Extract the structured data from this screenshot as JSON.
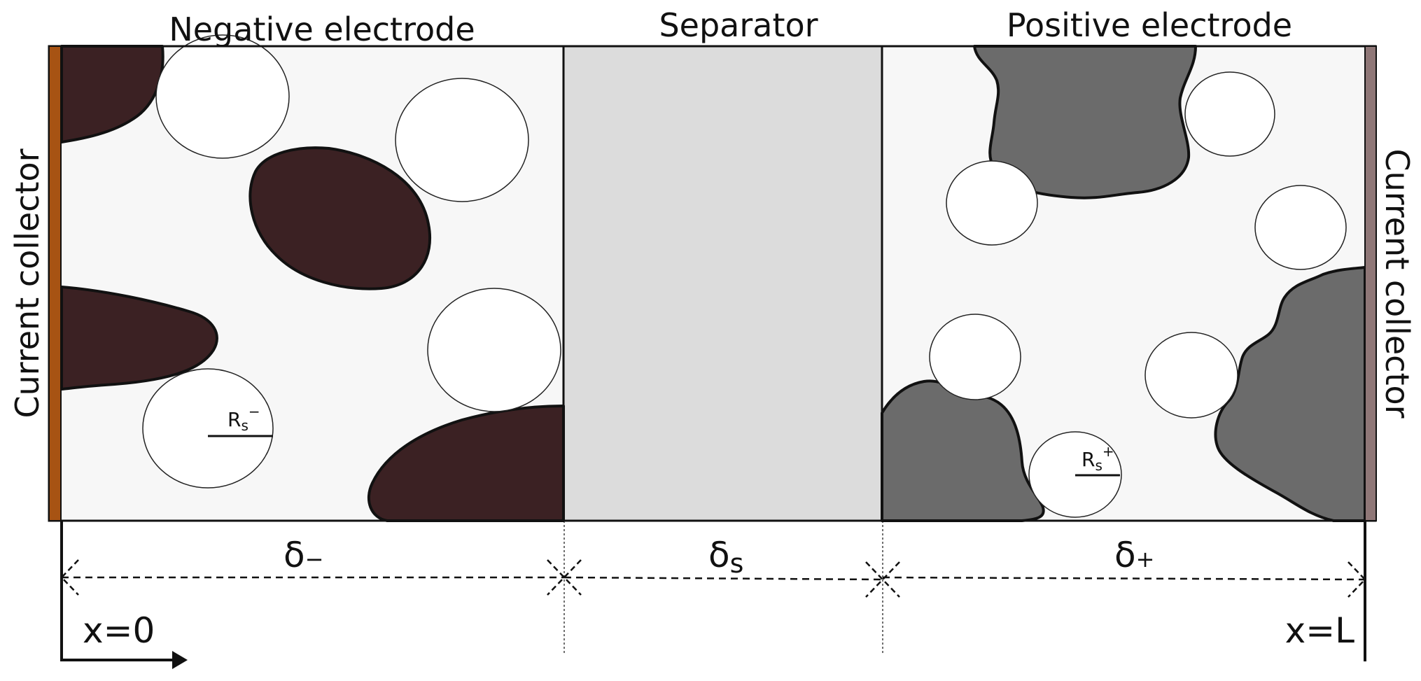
{
  "regions": {
    "negative": {
      "label": "Negative electrode",
      "delta_symbol": "δ",
      "delta_sub": "−"
    },
    "separator": {
      "label": "Separator",
      "delta_symbol": "δ",
      "delta_sub": "s"
    },
    "positive": {
      "label": "Positive electrode",
      "delta_symbol": "δ",
      "delta_sub": "+"
    }
  },
  "collectors": {
    "left_label": "Current collector",
    "right_label": "Current collector"
  },
  "radii": {
    "negative": {
      "symbol": "R",
      "sub": "s",
      "sup": "−"
    },
    "positive": {
      "symbol": "R",
      "sub": "s",
      "sup": "+"
    }
  },
  "positions": {
    "start": "x=0",
    "end": "x=L"
  },
  "colors": {
    "negative_particle": "#3b2123",
    "positive_particle": "#6b6b6b",
    "separator_fill": "#dcdcdc",
    "electrolyte_fill": "#f7f7f7",
    "left_collector": "#a75313",
    "right_collector": "#8f7777"
  },
  "icons": {
    "axis_arrow": "right-arrow-icon"
  }
}
